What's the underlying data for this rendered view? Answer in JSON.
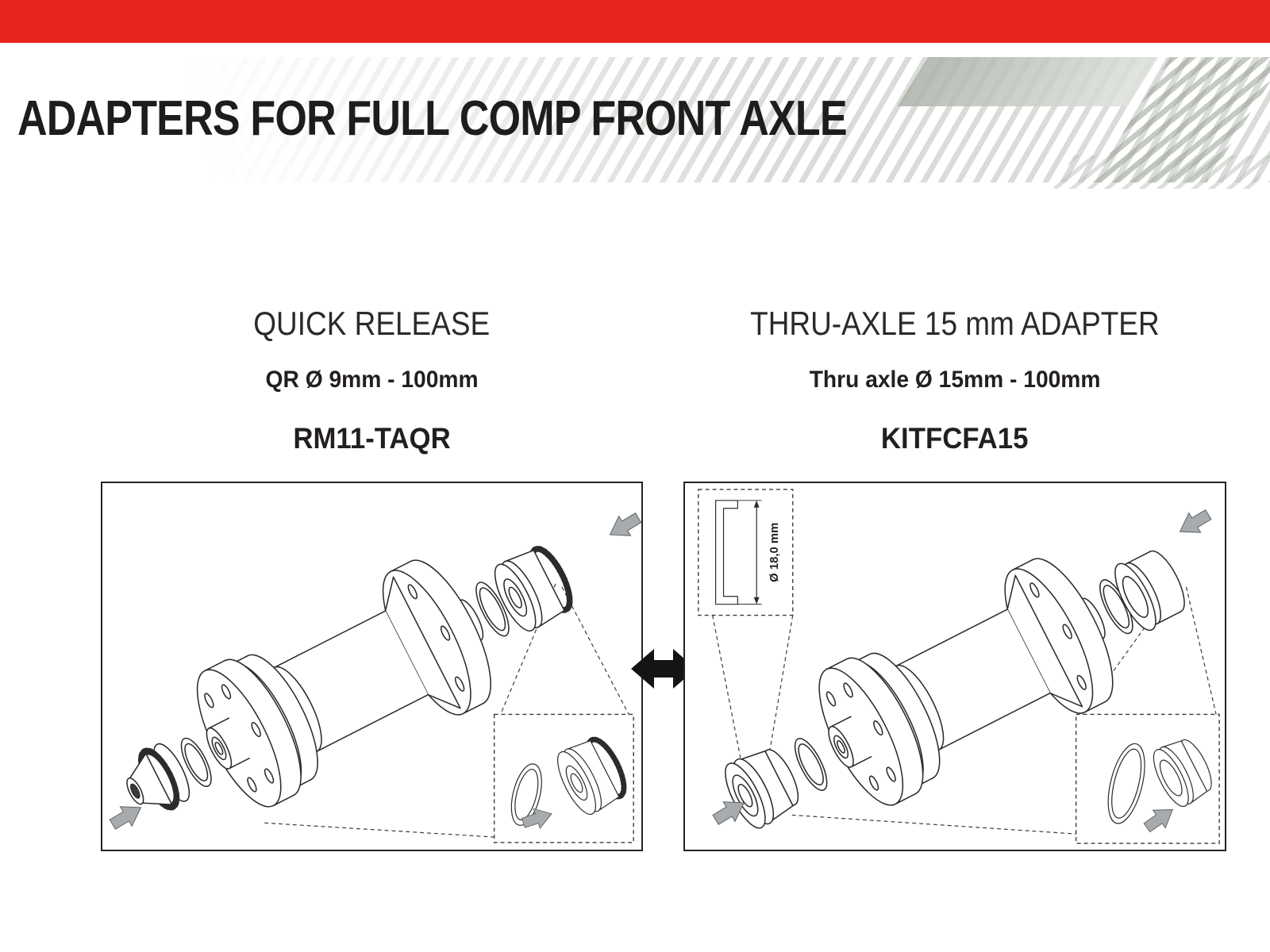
{
  "page": {
    "title": "ADAPTERS FOR FULL COMP FRONT AXLE"
  },
  "panels": {
    "quick_release": {
      "heading": "QUICK RELEASE",
      "spec": "QR Ø 9mm - 100mm",
      "code": "RM11-TAQR"
    },
    "thru_axle": {
      "heading": "THRU-AXLE 15 mm ADAPTER",
      "spec": "Thru axle Ø 15mm - 100mm",
      "code": "KITFCFA15",
      "detail_dimension": "Ø 18,0 mm"
    }
  },
  "colors": {
    "accent_red": "#e8241e",
    "line_black": "#231f20",
    "arrow_gray": "#a8abad"
  }
}
